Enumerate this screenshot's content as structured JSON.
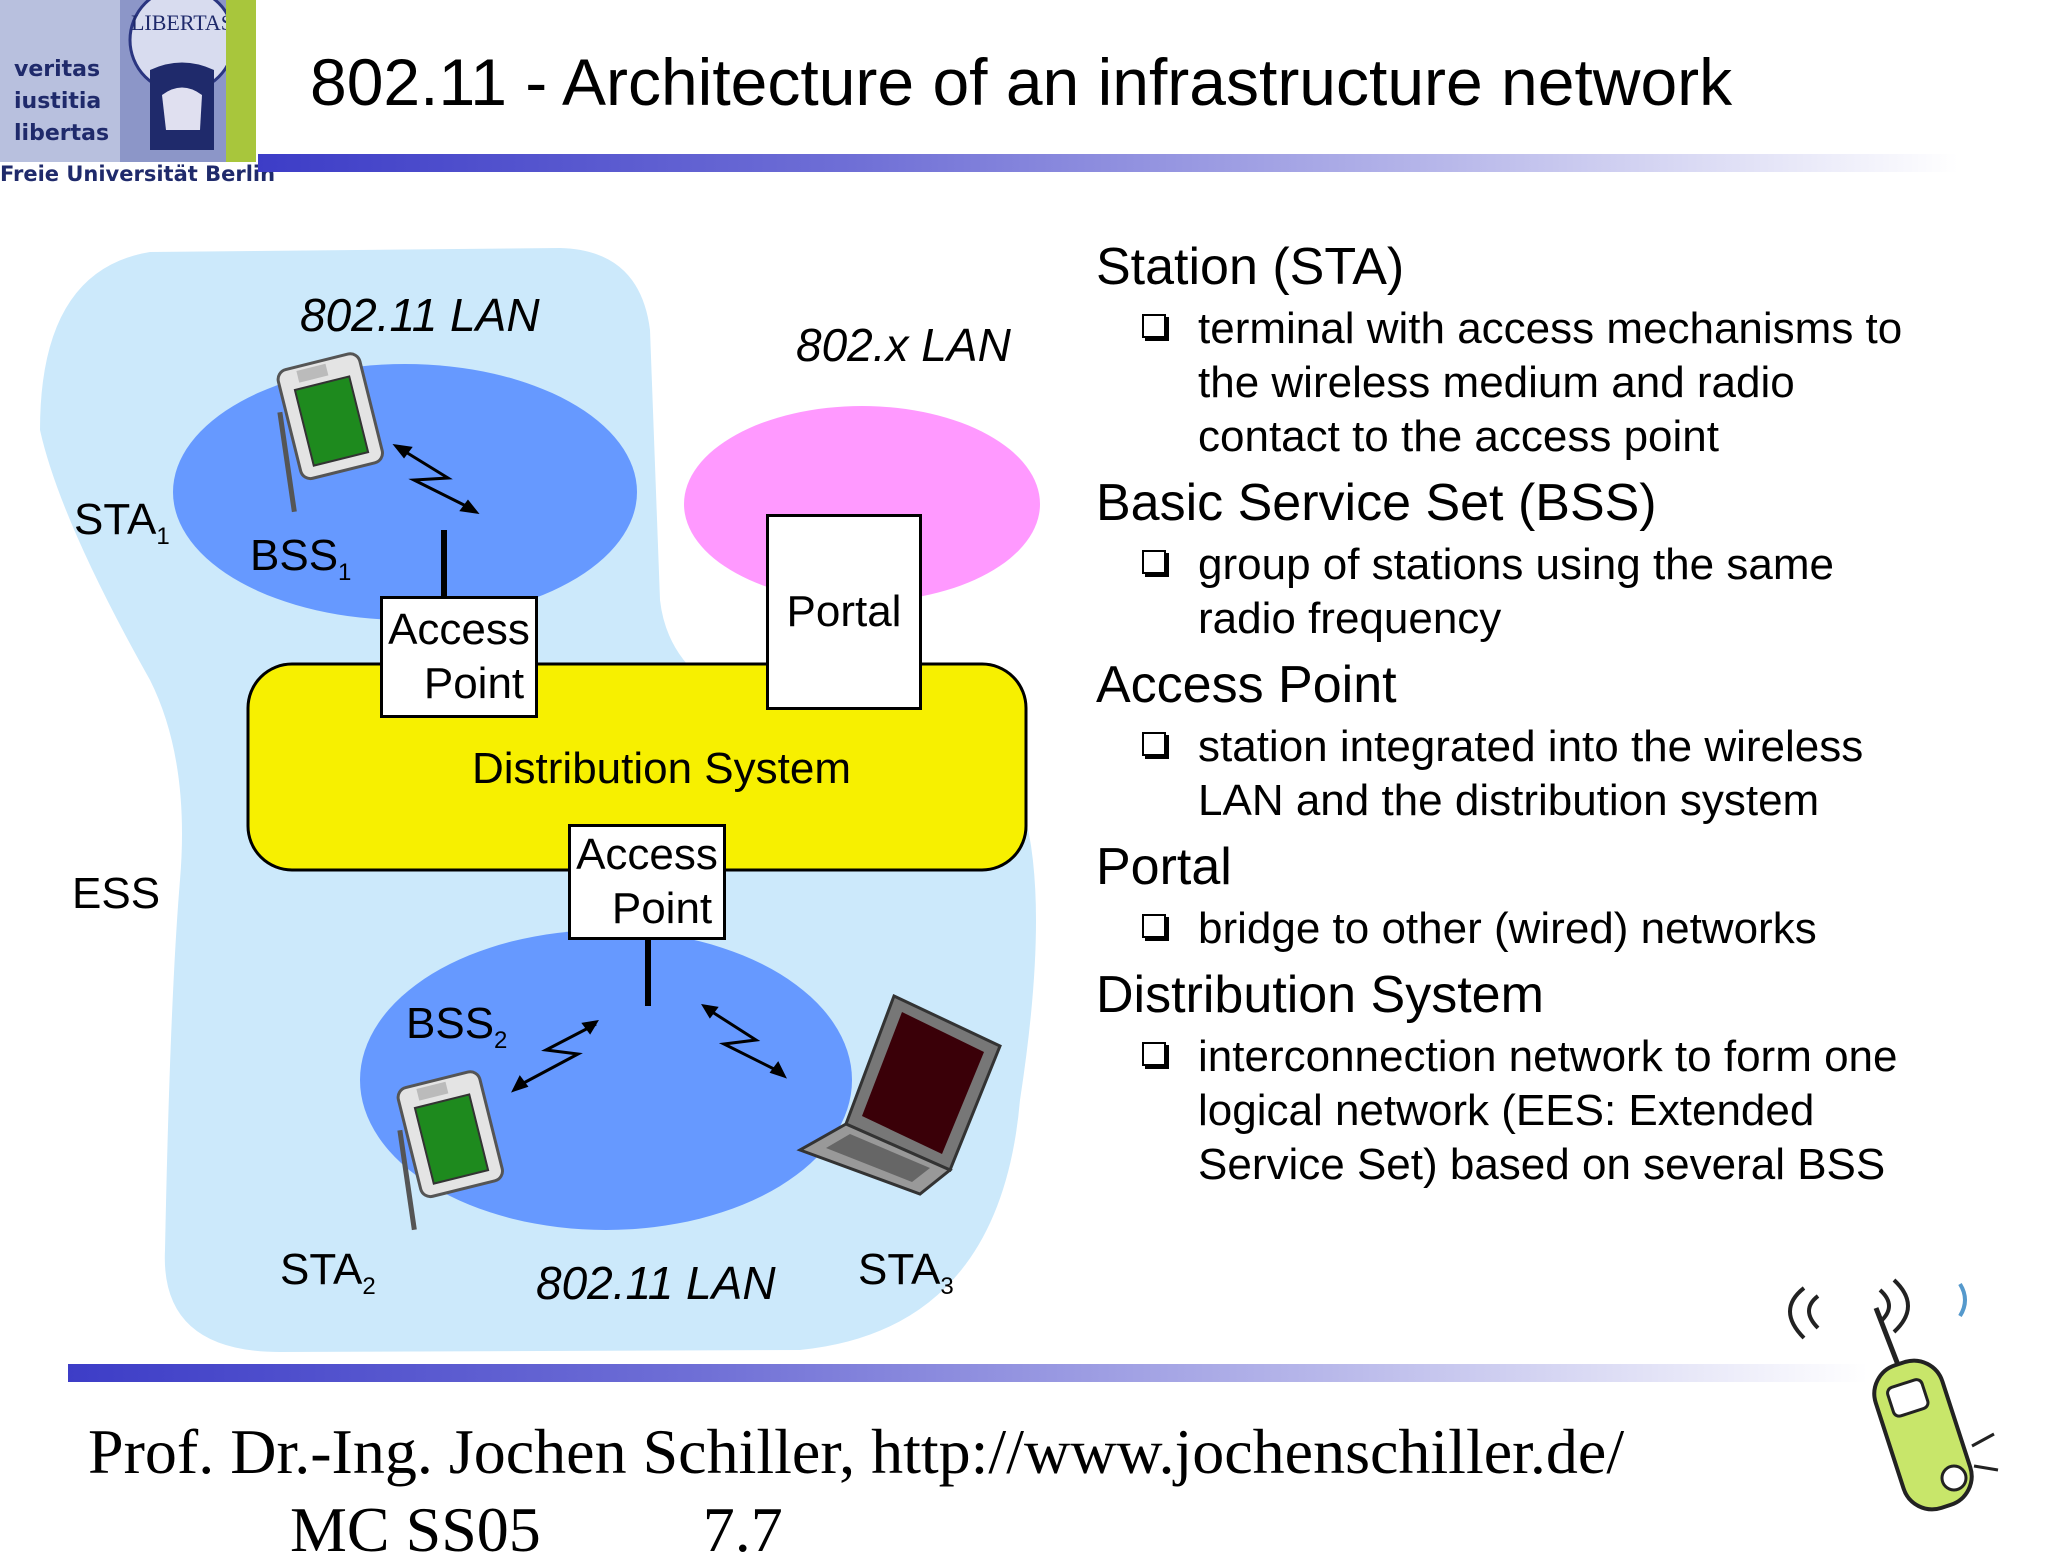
{
  "logo": {
    "motto": [
      "veritas",
      "iustitia",
      "libertas"
    ],
    "seal_text": "LIBERTAS",
    "university": "Freie Universität Berlin"
  },
  "slide": {
    "title": "802.11 - Architecture of an infrastructure network"
  },
  "diagram": {
    "lan_top": "802.11 LAN",
    "lan_bottom": "802.11 LAN",
    "lan_x": "802.x LAN",
    "sta1": "STA",
    "sta1_sub": "1",
    "sta2": "STA",
    "sta2_sub": "2",
    "sta3": "STA",
    "sta3_sub": "3",
    "bss1": "BSS",
    "bss1_sub": "1",
    "bss2": "BSS",
    "bss2_sub": "2",
    "ess": "ESS",
    "ap_top_line1": "Access",
    "ap_top_line2": "Point",
    "ap_bottom_line1": "Access",
    "ap_bottom_line2": "Point",
    "portal": "Portal",
    "distribution_system": "Distribution System",
    "colors": {
      "ess_area": "#cce9fb",
      "bss": "#6699ff",
      "lan_x": "#ff99ff",
      "distribution": "#f7f000"
    }
  },
  "definitions": [
    {
      "term": "Station (STA)",
      "text": "terminal with access mechanisms to the wireless medium and radio contact to the access point"
    },
    {
      "term": "Basic Service Set (BSS)",
      "text": "group of stations using the same radio frequency"
    },
    {
      "term": "Access Point",
      "text": "station integrated into the wireless LAN and the distribution system"
    },
    {
      "term": "Portal",
      "text": "bridge to other (wired) networks"
    },
    {
      "term": "Distribution System",
      "text": "interconnection network to form one logical network (EES: Extended Service Set) based on several BSS"
    }
  ],
  "footer": {
    "author": "Prof. Dr.-Ing. Jochen Schiller, http://www.jochenschiller.de/",
    "course": "MC SS05",
    "page": "7.7"
  }
}
